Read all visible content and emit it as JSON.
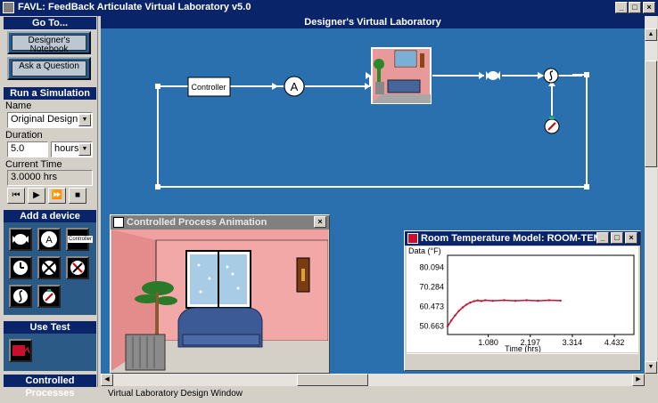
{
  "app": {
    "title": "FAVL: FeedBack Articulate Virtual Laboratory v5.0"
  },
  "window_controls": {
    "min": "_",
    "max": "□",
    "close": "×"
  },
  "left": {
    "goto_header": "Go To...",
    "designers_notebook": "Designer's Notebook",
    "ask_question": "Ask a Question",
    "run_header": "Run a Simulation",
    "name_label": "Name",
    "name_value": "Original Design",
    "duration_label": "Duration",
    "duration_value": "5.0",
    "duration_unit": "hours",
    "current_time_label": "Current Time",
    "current_time_value": "3.0000 hrs",
    "vcr": {
      "rewind": "⏮",
      "play": "▶",
      "ffwd": "⏩",
      "stop": "■"
    },
    "add_device_header": "Add a device",
    "controller_short": "Controller",
    "ammeter_letter": "A",
    "test_eq_header": "Use Test Equipment",
    "controlled_processes_header": "Controlled Processes"
  },
  "main": {
    "header": "Designer's Virtual Laboratory",
    "controller_label": "Controller",
    "ammeter_label": "A",
    "status": "Virtual Laboratory Design Window"
  },
  "animation_window": {
    "title": "Controlled Process Animation"
  },
  "plot_window": {
    "title": "Room Temperature Model: ROOM-TEMP"
  },
  "chart_data": {
    "type": "line",
    "ylabel": "Data (°F)",
    "xlabel": "Time (hrs)",
    "yticks": [
      "80.094",
      "70.284",
      "60.473",
      "50.663"
    ],
    "xticks": [
      "1.080",
      "2.197",
      "3.314",
      "4.432"
    ],
    "xlim": [
      0,
      4.95
    ],
    "ylim": [
      46.5,
      86
    ],
    "series": [
      {
        "color": "#c8102e",
        "x": [
          0,
          0.1,
          0.2,
          0.3,
          0.4,
          0.5,
          0.6,
          0.7,
          0.8,
          0.9,
          1.0,
          1.2,
          1.5,
          1.8,
          2.1,
          2.4,
          2.7,
          3.0
        ],
        "y": [
          50.6,
          53.5,
          56.0,
          58.3,
          60.0,
          61.4,
          62.4,
          63.1,
          63.5,
          63.2,
          63.6,
          63.3,
          63.6,
          63.3,
          63.6,
          63.3,
          63.6,
          63.4
        ]
      }
    ]
  }
}
